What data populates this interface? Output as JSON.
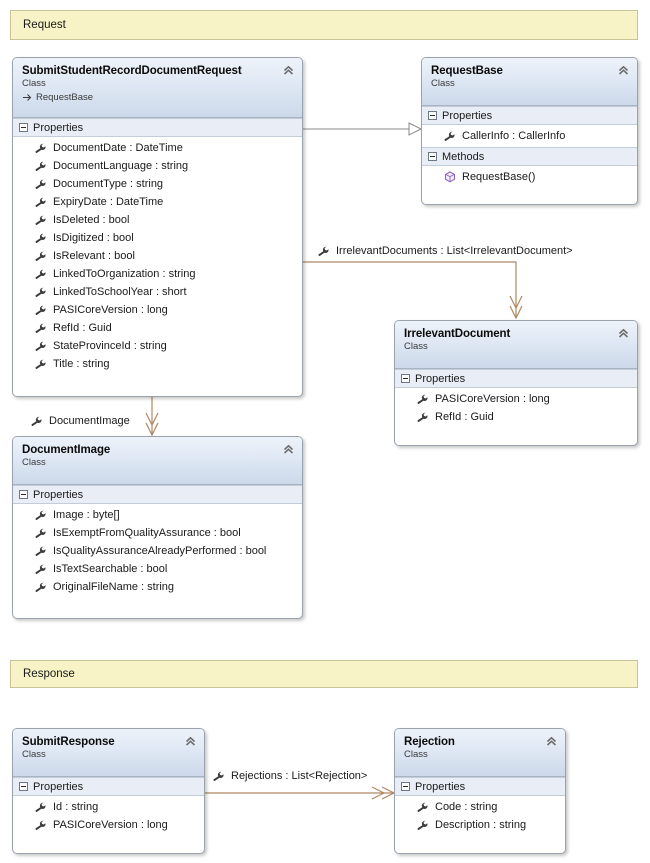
{
  "diagram": {
    "title": "Class Diagram",
    "accent_brown": "#b08860",
    "accent_gray": "#8a8a8a",
    "banner_fill": "#f7f3c6",
    "header_fill": "#dfe8f4"
  },
  "banners": [
    {
      "label": "Request"
    },
    {
      "label": "Response"
    }
  ],
  "classes": {
    "submit_student_record_document_request": {
      "name": "SubmitStudentRecordDocumentRequest",
      "stereotype": "Class",
      "base": "RequestBase",
      "compartments": [
        {
          "title": "Properties",
          "members": [
            {
              "icon": "property-icon",
              "label": "DocumentDate : DateTime"
            },
            {
              "icon": "property-icon",
              "label": "DocumentLanguage : string"
            },
            {
              "icon": "property-icon",
              "label": "DocumentType : string"
            },
            {
              "icon": "property-icon",
              "label": "ExpiryDate : DateTime"
            },
            {
              "icon": "property-icon",
              "label": "IsDeleted : bool"
            },
            {
              "icon": "property-icon",
              "label": "IsDigitized : bool"
            },
            {
              "icon": "property-icon",
              "label": "IsRelevant : bool"
            },
            {
              "icon": "property-icon",
              "label": "LinkedToOrganization : string"
            },
            {
              "icon": "property-icon",
              "label": "LinkedToSchoolYear : short"
            },
            {
              "icon": "property-icon",
              "label": "PASICoreVersion : long"
            },
            {
              "icon": "property-icon",
              "label": "RefId : Guid"
            },
            {
              "icon": "property-icon",
              "label": "StateProvinceId : string"
            },
            {
              "icon": "property-icon",
              "label": "Title : string"
            }
          ]
        }
      ]
    },
    "request_base": {
      "name": "RequestBase",
      "stereotype": "Class",
      "base": "",
      "compartments": [
        {
          "title": "Properties",
          "members": [
            {
              "icon": "property-icon",
              "label": "CallerInfo : CallerInfo"
            }
          ]
        },
        {
          "title": "Methods",
          "members": [
            {
              "icon": "method-icon",
              "label": "RequestBase()"
            }
          ]
        }
      ]
    },
    "irrelevant_document": {
      "name": "IrrelevantDocument",
      "stereotype": "Class",
      "base": "",
      "compartments": [
        {
          "title": "Properties",
          "members": [
            {
              "icon": "property-icon",
              "label": "PASICoreVersion : long"
            },
            {
              "icon": "property-icon",
              "label": "RefId : Guid"
            }
          ]
        }
      ]
    },
    "document_image": {
      "name": "DocumentImage",
      "stereotype": "Class",
      "base": "",
      "compartments": [
        {
          "title": "Properties",
          "members": [
            {
              "icon": "property-icon",
              "label": "Image : byte[]"
            },
            {
              "icon": "property-icon",
              "label": "IsExemptFromQualityAssurance : bool"
            },
            {
              "icon": "property-icon",
              "label": "IsQualityAssuranceAlreadyPerformed : bool"
            },
            {
              "icon": "property-icon",
              "label": "IsTextSearchable : bool"
            },
            {
              "icon": "property-icon",
              "label": "OriginalFileName : string"
            }
          ]
        }
      ]
    },
    "submit_response": {
      "name": "SubmitResponse",
      "stereotype": "Class",
      "base": "",
      "compartments": [
        {
          "title": "Properties",
          "members": [
            {
              "icon": "property-icon",
              "label": "Id : string"
            },
            {
              "icon": "property-icon",
              "label": "PASICoreVersion : long"
            }
          ]
        }
      ]
    },
    "rejection": {
      "name": "Rejection",
      "stereotype": "Class",
      "base": "",
      "compartments": [
        {
          "title": "Properties",
          "members": [
            {
              "icon": "property-icon",
              "label": "Code : string"
            },
            {
              "icon": "property-icon",
              "label": "Description : string"
            }
          ]
        }
      ]
    }
  },
  "associations": {
    "irrelevant_documents": {
      "label": "IrrelevantDocuments : List<IrrelevantDocument>",
      "icon": "property-icon"
    },
    "document_image": {
      "label": "DocumentImage",
      "icon": "property-icon"
    },
    "rejections": {
      "label": "Rejections : List<Rejection>",
      "icon": "property-icon"
    }
  }
}
